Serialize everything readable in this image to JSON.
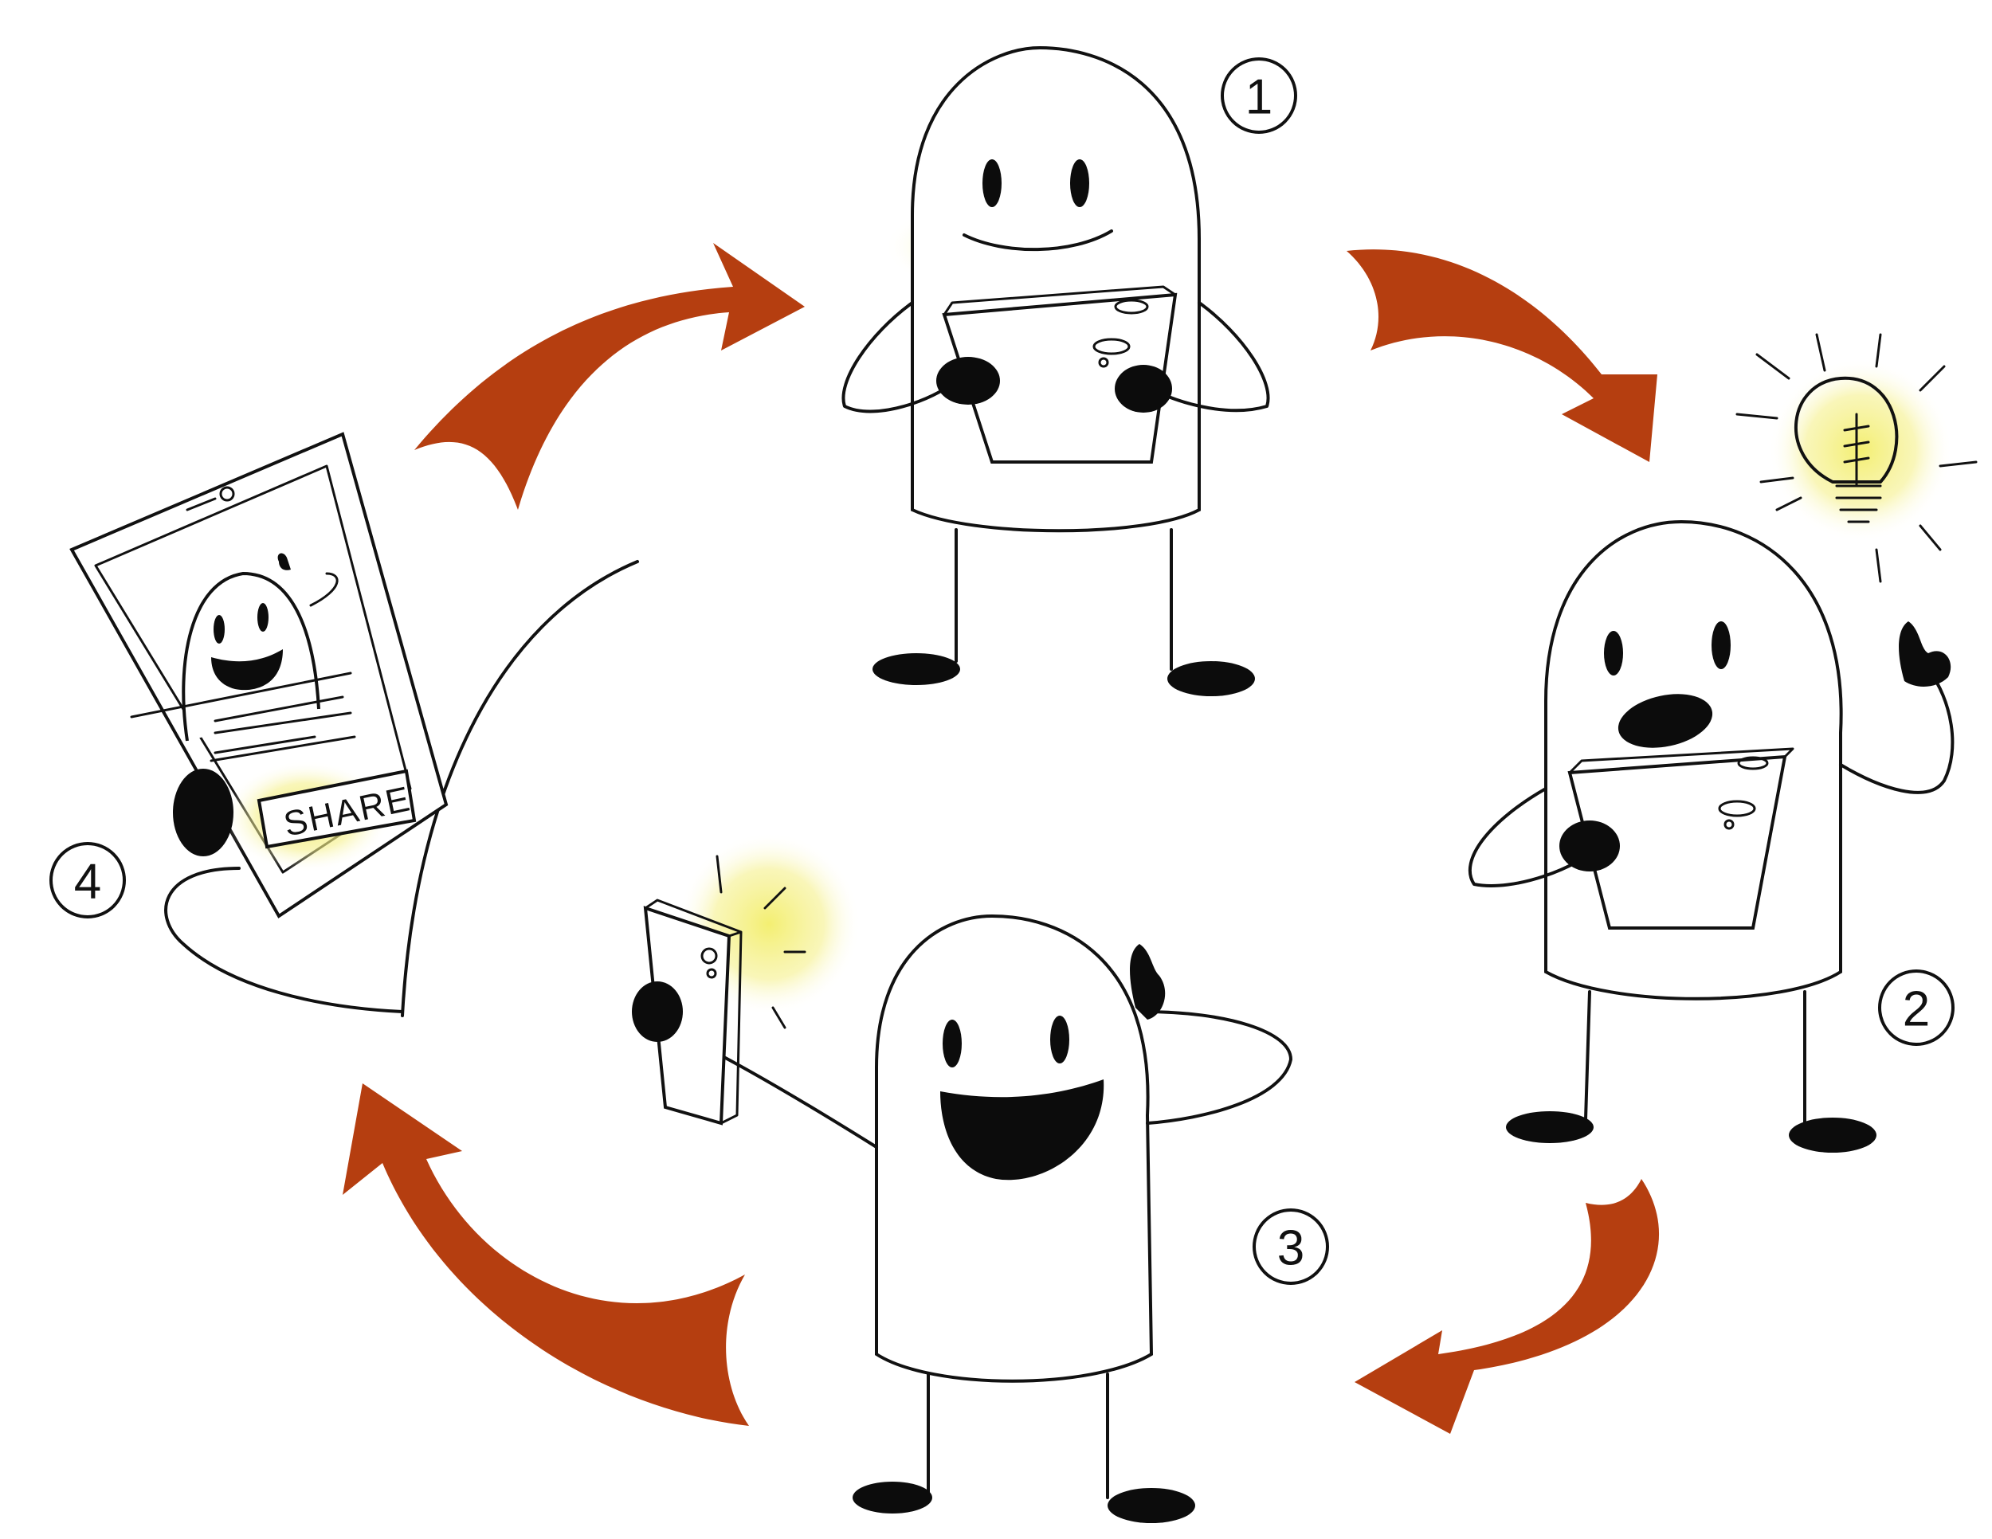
{
  "diagram": {
    "steps": [
      {
        "number": "1"
      },
      {
        "number": "2"
      },
      {
        "number": "3"
      },
      {
        "number": "4"
      }
    ],
    "share_button_label": "SHARE"
  },
  "colors": {
    "arrow": "#b53e10",
    "glow": "#f3ee6a",
    "ink": "#0c0c0c",
    "background": "#ffffff"
  },
  "icons": [
    "lightbulb-icon",
    "tablet-icon",
    "phone-icon",
    "number-badge-icon"
  ]
}
